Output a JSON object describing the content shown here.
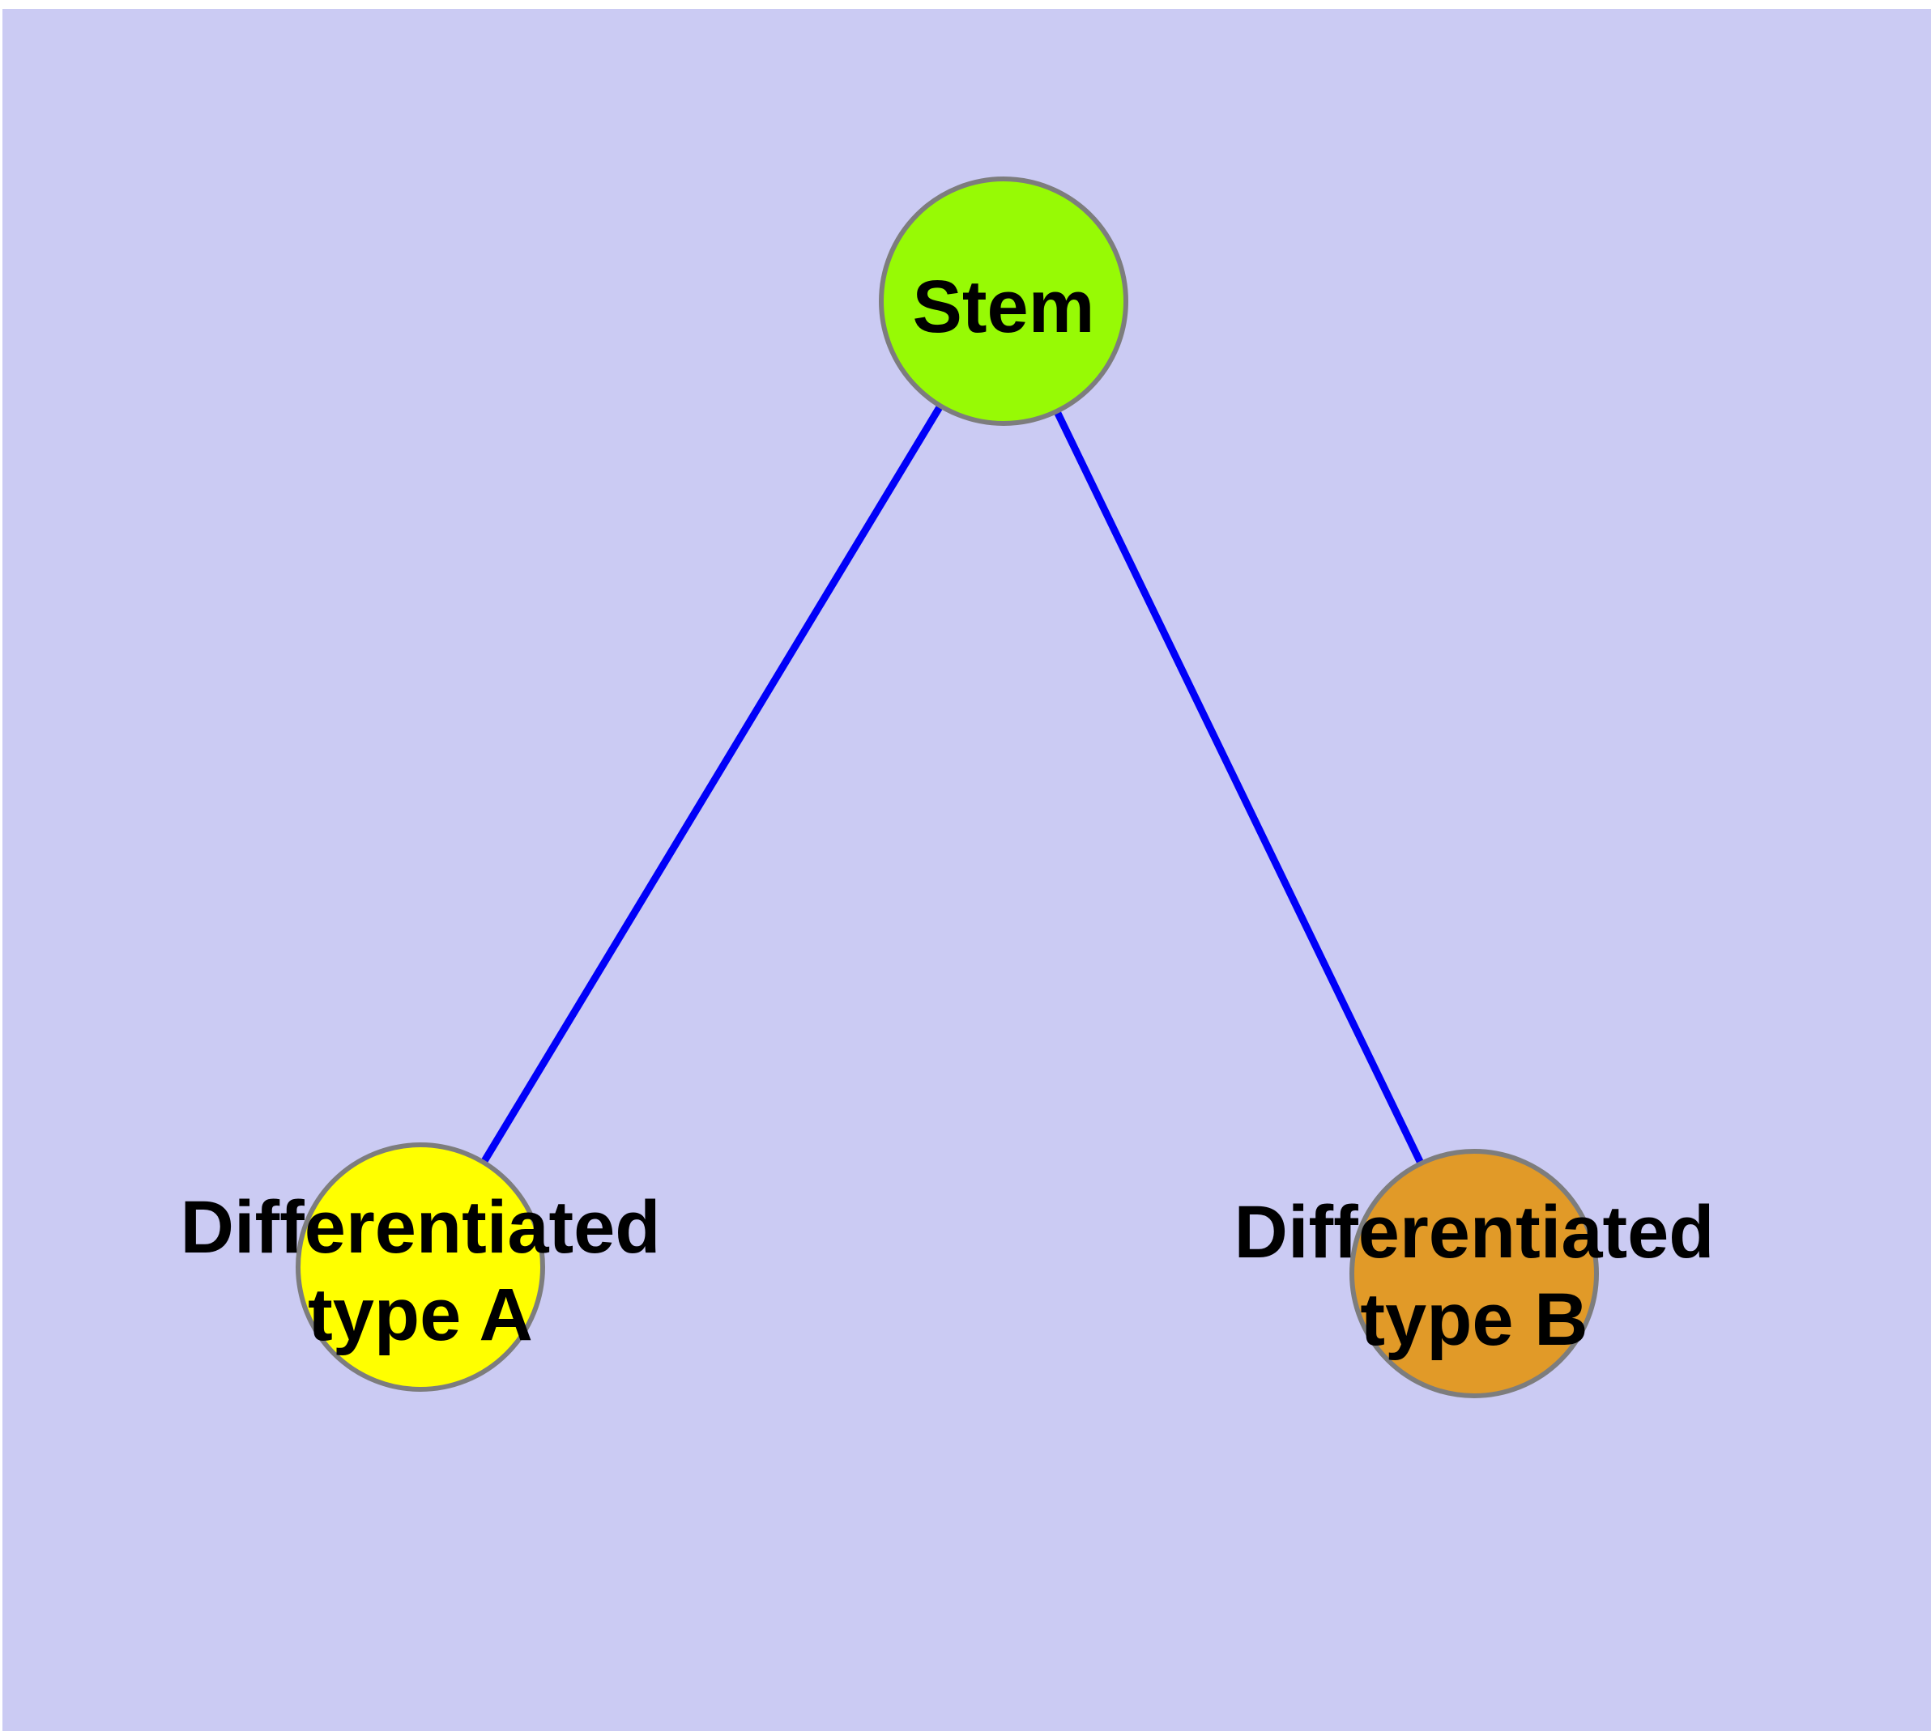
{
  "diagram": {
    "background_color": "#CBCBF3",
    "page_margin_color": "#FFFFFF",
    "edge_color": "#0000F8",
    "node_border_color": "#7D7D7D",
    "label_color": "#000000",
    "nodes": {
      "stem": {
        "label": "Stem",
        "fill_color": "#97FA05"
      },
      "type_a": {
        "label_line1": "Differentiated",
        "label_line2": "type A",
        "fill_color": "#FFFF00"
      },
      "type_b": {
        "label_line1": "Differentiated",
        "label_line2": "type B",
        "fill_color": "#E19A28"
      }
    },
    "edges": [
      {
        "from": "Stem",
        "to": "Differentiated type A"
      },
      {
        "from": "Stem",
        "to": "Differentiated type B"
      }
    ]
  }
}
